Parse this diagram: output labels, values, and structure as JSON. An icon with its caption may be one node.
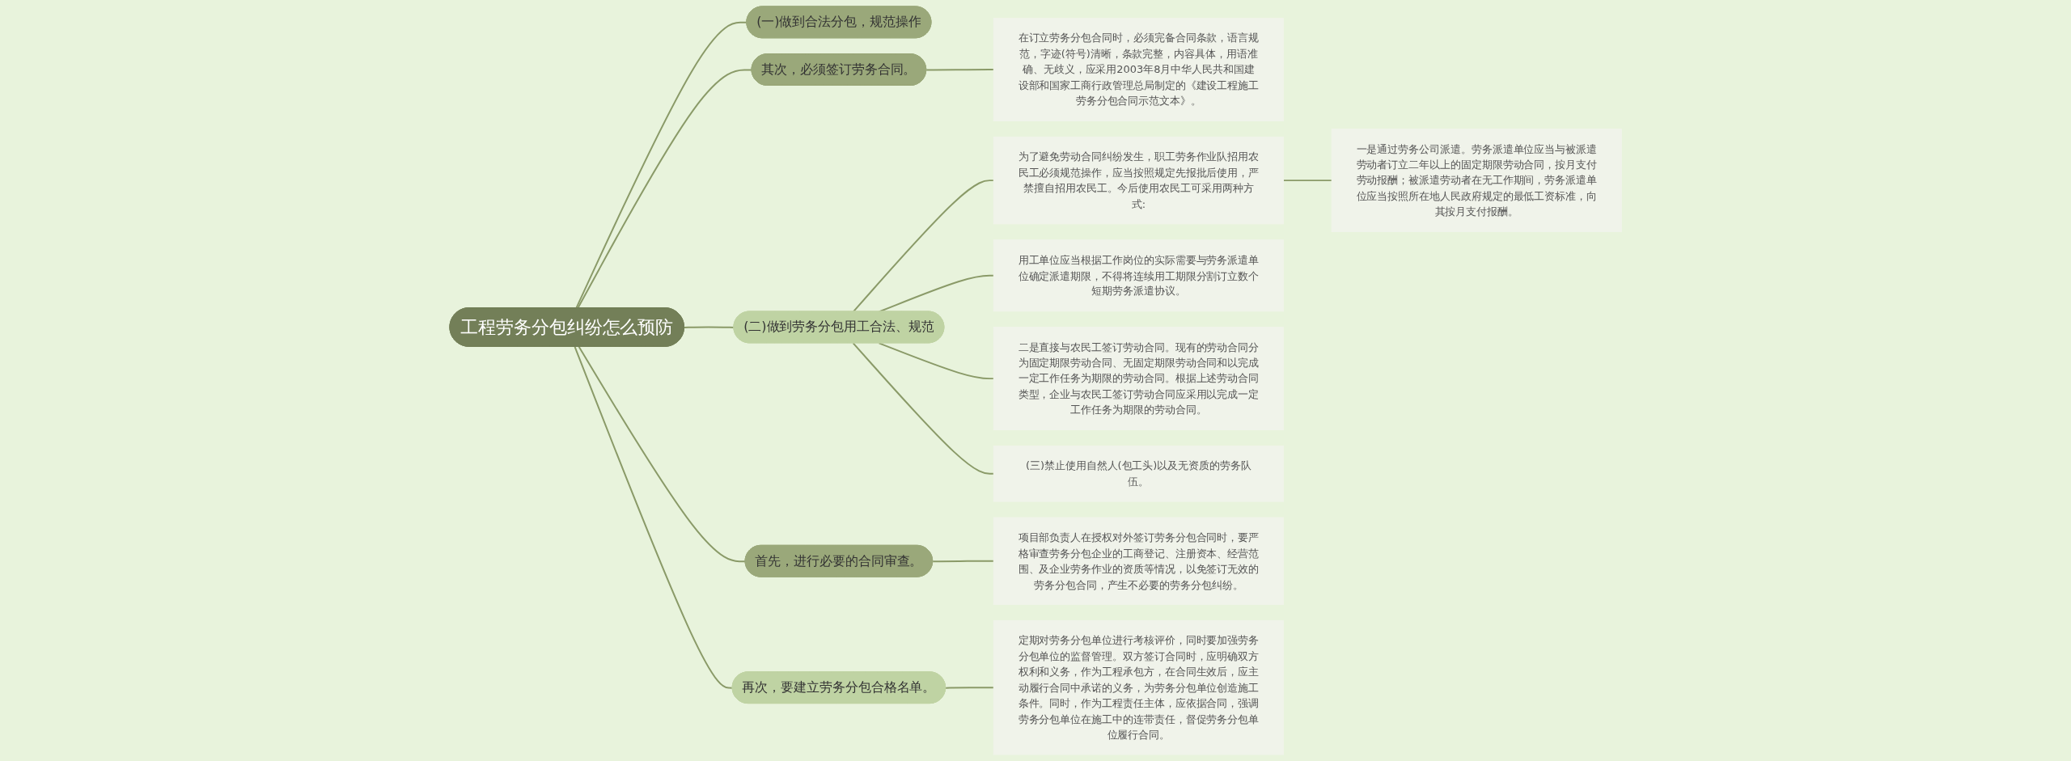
{
  "diagram": {
    "nodes": [
      {
        "text": [
          "工程劳务分包纠纷怎么预防"
        ]
      },
      {
        "text": [
          "(一)做到合法分包，规范操作"
        ]
      },
      {
        "text": [
          "其次，必须签订劳务合同。"
        ]
      },
      {
        "text": [
          "在订立劳务分包合同时，必须完备合同条款，语言规范，字迹(符号)清晰，条款完整，内容具体，用语准确、无歧义，应采用2003年8月中华人民共和国建设部和国家工商行政管理总局制定的《建设工程施工劳务分包合同示范文本》。"
        ]
      },
      {
        "text": [
          "(二)做到劳务分包用工合法、规范"
        ]
      },
      {
        "text": [
          "为了避免劳动合同纠纷发生，职工劳务作业队招用农民工必须规范操作，应当按照规定先报批后使用，严禁擅自招用农民工。今后使用农民工可采用两种方式:"
        ]
      },
      {
        "text": [
          "一是通过劳务公司派遣。劳务派遣单位应当与被派遣劳动者订立二年以上的固定期限劳动合同，按月支付劳动报酬；被派遣劳动者在无工作期间，劳务派遣单位应当按照所在地人民政府规定的最低工资标准，向其按月支付报酬。"
        ]
      },
      {
        "text": [
          "用工单位应当根据工作岗位的实际需要与劳务派遣单位确定派遣期限，不得将连续用工期限分割订立数个短期劳务派遣协议。"
        ]
      },
      {
        "text": [
          "二是直接与农民工签订劳动合同。现有的劳动合同分为固定期限劳动合同、无固定期限劳动合同和以完成一定工作任务为期限的劳动合同。根据上述劳动合同类型，企业与农民工签订劳动合同应采用以完成一定工作任务为期限的劳动合同。"
        ]
      },
      {
        "text": [
          "(三)禁止使用自然人(包工头)以及无资质的劳务队伍。"
        ]
      },
      {
        "text": [
          "首先，进行必要的合同审查。"
        ]
      },
      {
        "text": [
          "项目部负责人在授权对外签订劳务分包合同时，要严格审查劳务分包企业的工商登记、注册资本、经营范围、及企业劳务作业的资质等情况，以免签订无效的劳务分包合同，产生不必要的劳务分包纠纷。"
        ]
      },
      {
        "text": [
          "再次，要建立劳务分包合格名单。"
        ]
      },
      {
        "text": [
          "定期对劳务分包单位进行考核评价，同时要加强劳务分包单位的监督管理。双方签订合同时，应明确双方权利和义务，作为工程承包方，在合同生效后，应主动履行合同中承诺的义务，为劳务分包单位创造施工条件。同时，作为工程责任主体，应依据合同，强调劳务分包单位在施工中的连带责任，督促劳务分包单位履行合同。"
        ]
      }
    ],
    "edges": [
      {
        "from": 0,
        "to": 1,
        "arrow": "none"
      },
      {
        "from": 0,
        "to": 2,
        "arrow": "none"
      },
      {
        "from": 2,
        "to": 3,
        "arrow": "none"
      },
      {
        "from": 0,
        "to": 4,
        "arrow": "none"
      },
      {
        "from": 4,
        "to": 5,
        "arrow": "none"
      },
      {
        "from": 5,
        "to": 6,
        "arrow": "none"
      },
      {
        "from": 4,
        "to": 7,
        "arrow": "none"
      },
      {
        "from": 4,
        "to": 8,
        "arrow": "none"
      },
      {
        "from": 4,
        "to": 9,
        "arrow": "none"
      },
      {
        "from": 0,
        "to": 10,
        "arrow": "none"
      },
      {
        "from": 10,
        "to": 11,
        "arrow": "none"
      },
      {
        "from": 0,
        "to": 12,
        "arrow": "none"
      },
      {
        "from": 12,
        "to": 13,
        "arrow": "none"
      }
    ]
  }
}
